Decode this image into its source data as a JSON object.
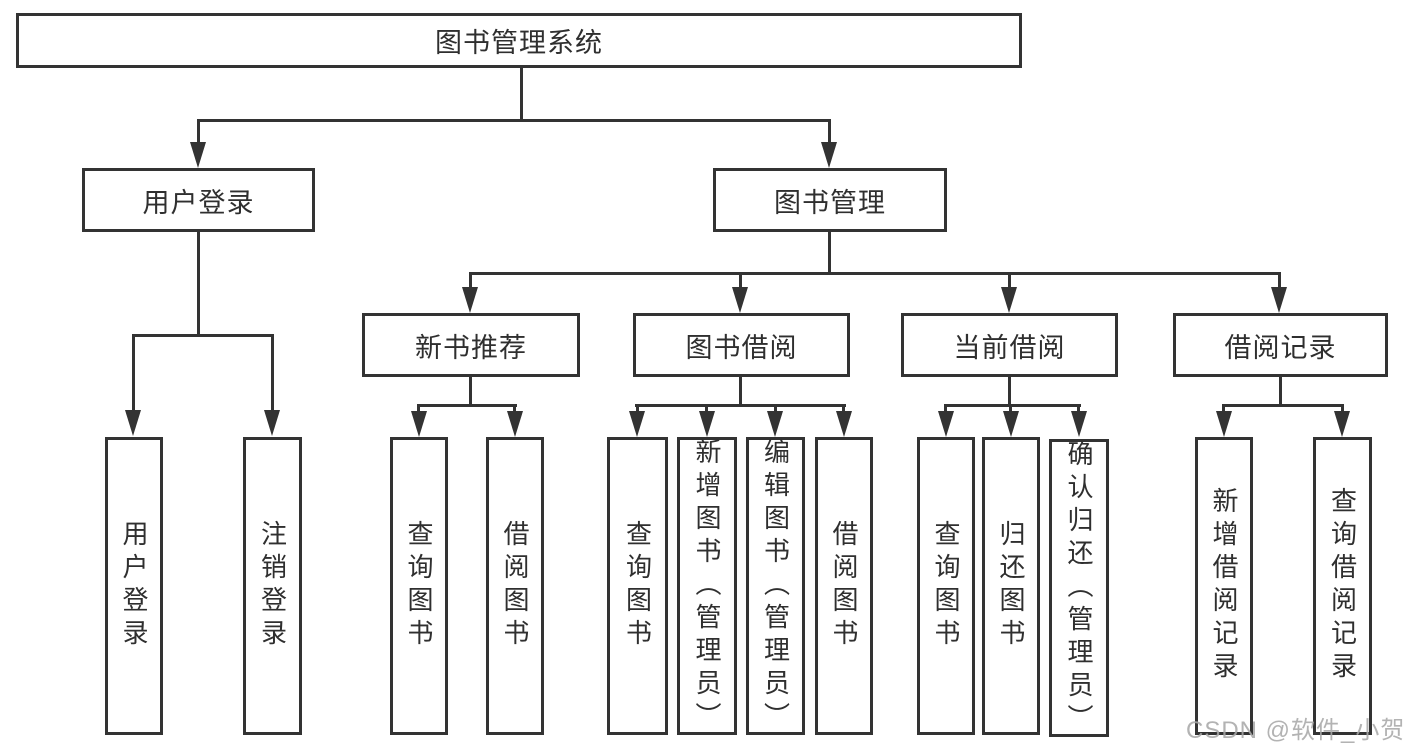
{
  "diagram": {
    "type": "hierarchy-chart",
    "title": "图书管理系统"
  },
  "nodes": {
    "root": {
      "label": "图书管理系统"
    },
    "user_login": {
      "label": "用户登录"
    },
    "book_management": {
      "label": "图书管理"
    },
    "new_book_recommend": {
      "label": "新书推荐"
    },
    "book_borrowing": {
      "label": "图书借阅"
    },
    "current_borrowing": {
      "label": "当前借阅"
    },
    "borrowing_records": {
      "label": "借阅记录"
    },
    "leaf_user_login": {
      "label": "用户登录"
    },
    "leaf_logout": {
      "label": "注销登录"
    },
    "leaf_query_books_recommend": {
      "label": "查询图书"
    },
    "leaf_borrow_books_recommend": {
      "label": "借阅图书"
    },
    "leaf_query_books_borrowing": {
      "label": "查询图书"
    },
    "leaf_add_books_admin": {
      "label": "新增图书（管理员）"
    },
    "leaf_edit_books_admin": {
      "label": "编辑图书（管理员）"
    },
    "leaf_borrow_books_borrowing": {
      "label": "借阅图书"
    },
    "leaf_query_books_current": {
      "label": "查询图书"
    },
    "leaf_return_books": {
      "label": "归还图书"
    },
    "leaf_confirm_return_admin": {
      "label": "确认归还（管理员）"
    },
    "leaf_add_borrow_record": {
      "label": "新增借阅记录"
    },
    "leaf_query_borrow_record": {
      "label": "查询借阅记录"
    }
  },
  "hierarchy": {
    "图书管理系统": {
      "用户登录": [
        "用户登录",
        "注销登录"
      ],
      "图书管理": {
        "新书推荐": [
          "查询图书",
          "借阅图书"
        ],
        "图书借阅": [
          "查询图书",
          "新增图书（管理员）",
          "编辑图书（管理员）",
          "借阅图书"
        ],
        "当前借阅": [
          "查询图书",
          "归还图书",
          "确认归还（管理员）"
        ],
        "借阅记录": [
          "新增借阅记录",
          "查询借阅记录"
        ]
      }
    }
  },
  "watermark": {
    "text": "CSDN @软件_小贺同学"
  },
  "colors": {
    "line": "#333333",
    "box_border": "#333333",
    "text": "#2f2f2f",
    "background": "#ffffff",
    "watermark": "#a8a8a8"
  }
}
